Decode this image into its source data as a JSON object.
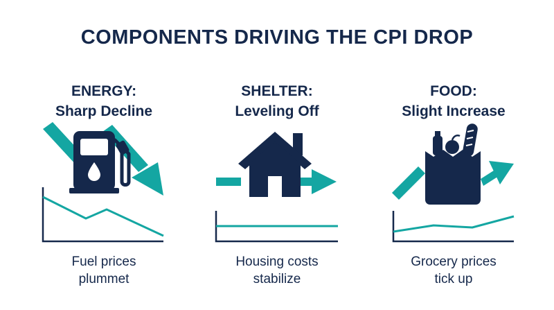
{
  "title": "COMPONENTS DRIVING THE CPI DROP",
  "colors": {
    "navy": "#15284b",
    "teal": "#14a6a2"
  },
  "columns": [
    {
      "heading_line1": "ENERGY:",
      "heading_line2": "Sharp Decline",
      "icon": "fuel-pump-icon",
      "trend": "down",
      "caption_line1": "Fuel prices",
      "caption_line2": "plummet"
    },
    {
      "heading_line1": "SHELTER:",
      "heading_line2": "Leveling Off",
      "icon": "house-icon",
      "trend": "flat",
      "caption_line1": "Housing costs",
      "caption_line2": "stabilize"
    },
    {
      "heading_line1": "FOOD:",
      "heading_line2": "Slight Increase",
      "icon": "grocery-bag-icon",
      "trend": "up",
      "caption_line1": "Grocery prices",
      "caption_line2": "tick up"
    }
  ]
}
